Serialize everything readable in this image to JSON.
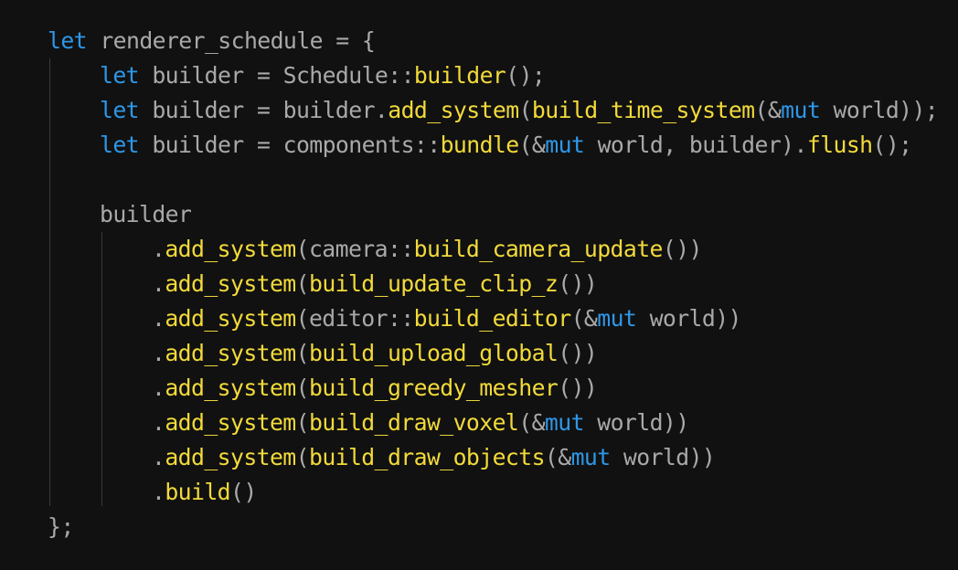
{
  "colors": {
    "background": "#111111",
    "keyword": "#2e97e8",
    "function": "#f2da3a",
    "text": "#a9a9a9",
    "indent_guide": "#3a3a3a"
  },
  "code": {
    "lines": [
      {
        "indent": 0,
        "tokens": [
          {
            "t": "let",
            "c": "kw"
          },
          {
            "t": " renderer_schedule = {",
            "c": "tx"
          }
        ]
      },
      {
        "indent": 1,
        "tokens": [
          {
            "t": "let",
            "c": "kw"
          },
          {
            "t": " builder = Schedule::",
            "c": "tx"
          },
          {
            "t": "builder",
            "c": "fn"
          },
          {
            "t": "();",
            "c": "tx"
          }
        ]
      },
      {
        "indent": 1,
        "tokens": [
          {
            "t": "let",
            "c": "kw"
          },
          {
            "t": " builder = builder.",
            "c": "tx"
          },
          {
            "t": "add_system",
            "c": "fn"
          },
          {
            "t": "(",
            "c": "tx"
          },
          {
            "t": "build_time_system",
            "c": "fn"
          },
          {
            "t": "(&",
            "c": "tx"
          },
          {
            "t": "mut",
            "c": "kw"
          },
          {
            "t": " world));",
            "c": "tx"
          }
        ]
      },
      {
        "indent": 1,
        "tokens": [
          {
            "t": "let",
            "c": "kw"
          },
          {
            "t": " builder = components::",
            "c": "tx"
          },
          {
            "t": "bundle",
            "c": "fn"
          },
          {
            "t": "(&",
            "c": "tx"
          },
          {
            "t": "mut",
            "c": "kw"
          },
          {
            "t": " world, builder).",
            "c": "tx"
          },
          {
            "t": "flush",
            "c": "fn"
          },
          {
            "t": "();",
            "c": "tx"
          }
        ]
      },
      {
        "indent": 1,
        "tokens": []
      },
      {
        "indent": 1,
        "tokens": [
          {
            "t": "builder",
            "c": "tx"
          }
        ]
      },
      {
        "indent": 2,
        "tokens": [
          {
            "t": ".",
            "c": "tx"
          },
          {
            "t": "add_system",
            "c": "fn"
          },
          {
            "t": "(camera::",
            "c": "tx"
          },
          {
            "t": "build_camera_update",
            "c": "fn"
          },
          {
            "t": "())",
            "c": "tx"
          }
        ]
      },
      {
        "indent": 2,
        "tokens": [
          {
            "t": ".",
            "c": "tx"
          },
          {
            "t": "add_system",
            "c": "fn"
          },
          {
            "t": "(",
            "c": "tx"
          },
          {
            "t": "build_update_clip_z",
            "c": "fn"
          },
          {
            "t": "())",
            "c": "tx"
          }
        ]
      },
      {
        "indent": 2,
        "tokens": [
          {
            "t": ".",
            "c": "tx"
          },
          {
            "t": "add_system",
            "c": "fn"
          },
          {
            "t": "(editor::",
            "c": "tx"
          },
          {
            "t": "build_editor",
            "c": "fn"
          },
          {
            "t": "(&",
            "c": "tx"
          },
          {
            "t": "mut",
            "c": "kw"
          },
          {
            "t": " world))",
            "c": "tx"
          }
        ]
      },
      {
        "indent": 2,
        "tokens": [
          {
            "t": ".",
            "c": "tx"
          },
          {
            "t": "add_system",
            "c": "fn"
          },
          {
            "t": "(",
            "c": "tx"
          },
          {
            "t": "build_upload_global",
            "c": "fn"
          },
          {
            "t": "())",
            "c": "tx"
          }
        ]
      },
      {
        "indent": 2,
        "tokens": [
          {
            "t": ".",
            "c": "tx"
          },
          {
            "t": "add_system",
            "c": "fn"
          },
          {
            "t": "(",
            "c": "tx"
          },
          {
            "t": "build_greedy_mesher",
            "c": "fn"
          },
          {
            "t": "())",
            "c": "tx"
          }
        ]
      },
      {
        "indent": 2,
        "tokens": [
          {
            "t": ".",
            "c": "tx"
          },
          {
            "t": "add_system",
            "c": "fn"
          },
          {
            "t": "(",
            "c": "tx"
          },
          {
            "t": "build_draw_voxel",
            "c": "fn"
          },
          {
            "t": "(&",
            "c": "tx"
          },
          {
            "t": "mut",
            "c": "kw"
          },
          {
            "t": " world))",
            "c": "tx"
          }
        ]
      },
      {
        "indent": 2,
        "tokens": [
          {
            "t": ".",
            "c": "tx"
          },
          {
            "t": "add_system",
            "c": "fn"
          },
          {
            "t": "(",
            "c": "tx"
          },
          {
            "t": "build_draw_objects",
            "c": "fn"
          },
          {
            "t": "(&",
            "c": "tx"
          },
          {
            "t": "mut",
            "c": "kw"
          },
          {
            "t": " world))",
            "c": "tx"
          }
        ]
      },
      {
        "indent": 2,
        "tokens": [
          {
            "t": ".",
            "c": "tx"
          },
          {
            "t": "build",
            "c": "fn"
          },
          {
            "t": "()",
            "c": "tx"
          }
        ]
      },
      {
        "indent": 0,
        "tokens": [
          {
            "t": "};",
            "c": "tx"
          }
        ]
      }
    ]
  }
}
